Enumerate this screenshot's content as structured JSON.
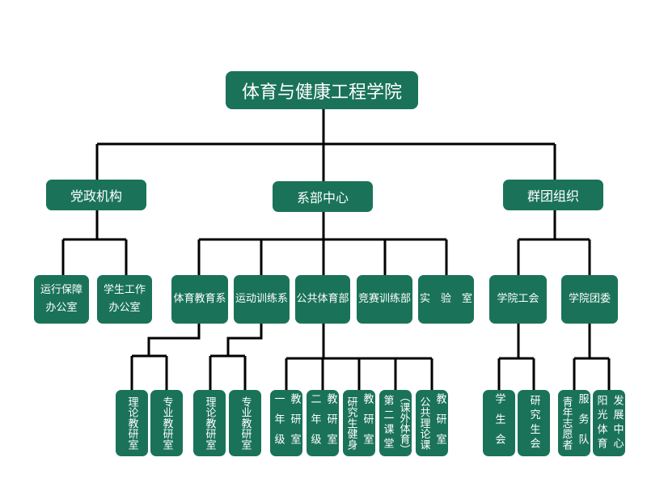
{
  "root": "体育与健康工程学院",
  "branches": [
    {
      "label": "党政机构",
      "children": [
        "运行保障\n办公室",
        "学生工作\n办公室"
      ]
    },
    {
      "label": "系部中心",
      "children": [
        "体育教育系",
        "运动训练系",
        "公共体育部",
        "竞赛训练部",
        "实　验　室"
      ]
    },
    {
      "label": "群团组织",
      "children": [
        "学院工会",
        "学院团委"
      ]
    }
  ],
  "leaves": {
    "tiyu_jiaoyu": [
      [
        "理论教研室"
      ],
      [
        "专业教研室"
      ]
    ],
    "yundong_xunlian": [
      [
        "理论教研室"
      ],
      [
        "专业教研室"
      ]
    ],
    "gonggong_tiyu": [
      [
        "一年级",
        "教研室"
      ],
      [
        "二年级",
        "教研室"
      ],
      [
        "研究生健身",
        "教研室"
      ],
      [
        "第二课堂",
        "（课外体育）"
      ],
      [
        "公共理论课",
        "教研室"
      ]
    ],
    "gonghui": [
      [
        "学生会"
      ],
      [
        "研究生会"
      ]
    ],
    "tuanwei": [
      [
        "青年志愿者",
        "服务队"
      ],
      [
        "阳光体育",
        "发展中心"
      ]
    ]
  },
  "colors": {
    "box": "#1a7358",
    "line": "#000000"
  }
}
